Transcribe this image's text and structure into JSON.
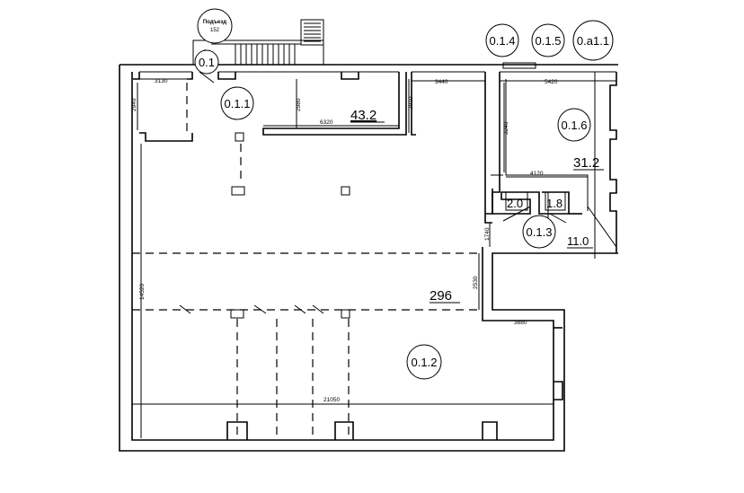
{
  "plan": {
    "entrance_label_1": "Подъезд",
    "entrance_label_2": "152",
    "rooms": {
      "r01": "0.1",
      "r011": "0.1.1",
      "r012": "0.1.2",
      "r013": "0.1.3",
      "r014": "0.1.4",
      "r015": "0.1.5",
      "r016": "0.1.6",
      "r0a11": "0.a1.1"
    },
    "areas": {
      "a432": "43.2",
      "a296": "296",
      "a312": "31.2",
      "a110": "11.0",
      "a20": "2.0",
      "a18": "1.8"
    },
    "dimensions": {
      "d3130": "3130",
      "d2940": "2940",
      "d2980": "2980",
      "d6320": "6320",
      "d2910": "2910",
      "d3440": "3440",
      "d5420": "5420",
      "d3240": "3240",
      "d4120": "4120",
      "d1740": "1740",
      "d2530": "2530",
      "d14520": "14520",
      "d3880": "3880",
      "d21050": "21050"
    }
  }
}
